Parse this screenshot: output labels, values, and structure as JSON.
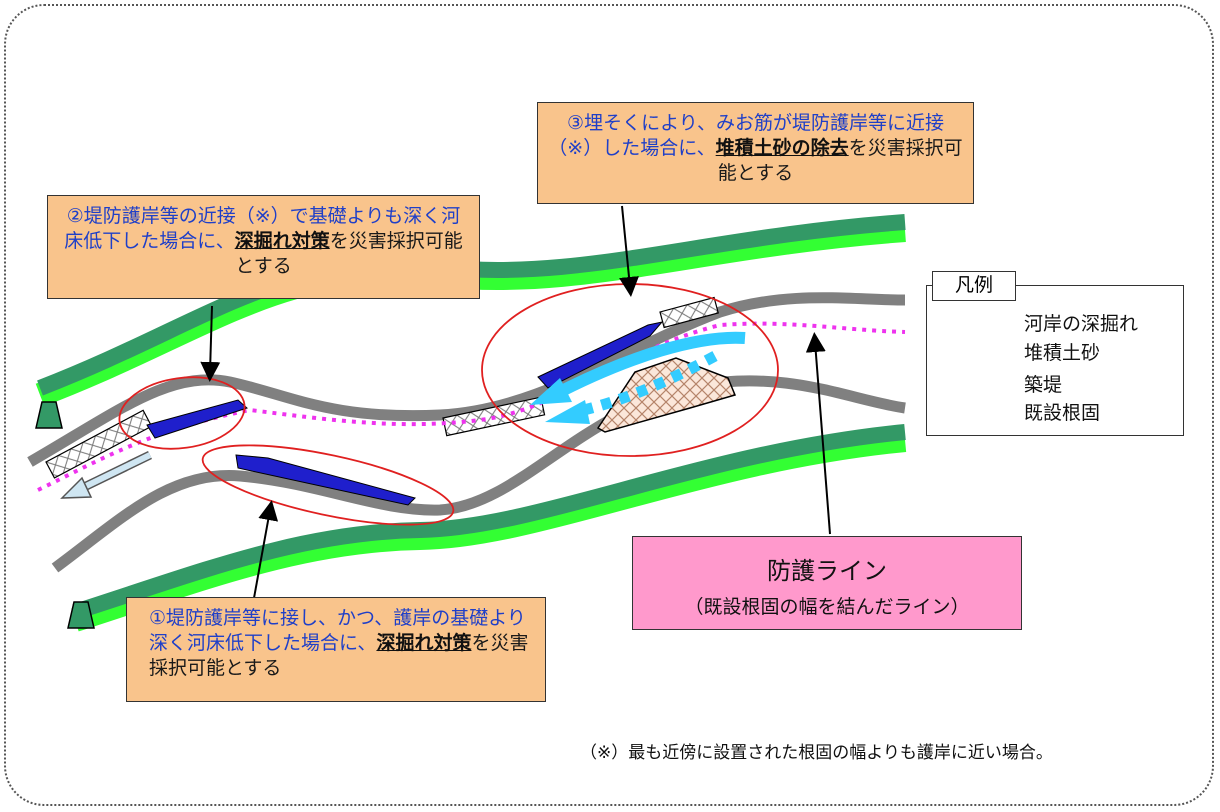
{
  "callouts": {
    "c1": {
      "part1": "①堤防護岸等に接し、かつ、護岸の基礎より深く河床低下した場合に、",
      "em": "深掘れ対策",
      "part2": "を災害採択可能とする"
    },
    "c2": {
      "part1": "②堤防護岸等の近接（※）で基礎よりも深く河床低下した場合に、",
      "em": "深掘れ対策",
      "part2": "を災害採択可能とする"
    },
    "c3": {
      "part1": "③埋そくにより、みお筋が堤防護岸等に近接（※）した場合に、",
      "em": "堆積土砂の除去",
      "part2": "を災害採択可能とする"
    }
  },
  "defense_line": {
    "title": "防護ライン",
    "subtitle": "（既設根固の幅を結んだライン）"
  },
  "legend": {
    "title": "凡例",
    "items": [
      "河岸の深掘れ",
      "堆積土砂",
      "築堤",
      "既設根固"
    ]
  },
  "note": "（※）最も近傍に設置された根固の幅よりも護岸に近い場合。",
  "colors": {
    "levee_dark": "#339966",
    "levee_light": "#33ff33",
    "riverbank": "#808080",
    "scour": "#1f1fcc",
    "flow": "#33ccff",
    "defense_line": "#ee33ee",
    "callout_fill": "#f9c48c",
    "defense_fill": "#ff99cc",
    "ellipse": "#e02020"
  }
}
